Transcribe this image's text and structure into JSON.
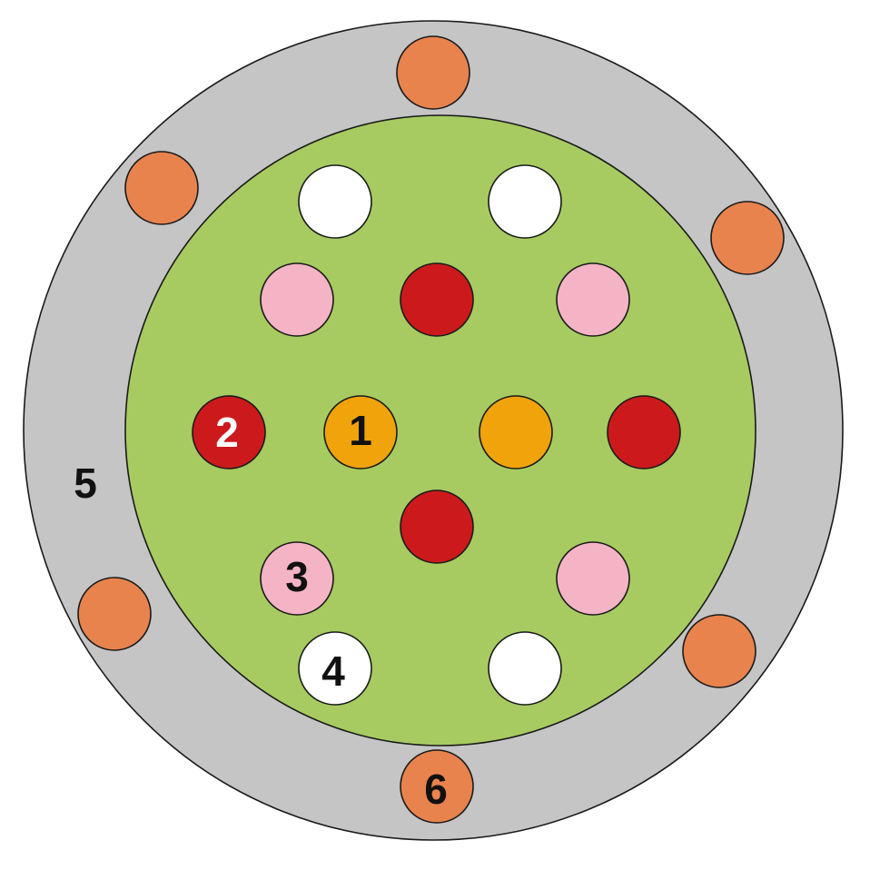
{
  "colors": {
    "outer_ring": "#c5c5c5",
    "inner_disc": "#a7cb61",
    "white": "#ffffff",
    "pink": "#f4b4c6",
    "red": "#cc1a1c",
    "amber": "#f0a30a",
    "orange": "#e8834e",
    "label_dark": "#111111",
    "label_light": "#ffffff"
  },
  "labels": {
    "amber_circle": "1",
    "red_circle": "2",
    "pink_circle": "3",
    "white_circle": "4",
    "outer_ring": "5",
    "orange_circle": "6"
  }
}
